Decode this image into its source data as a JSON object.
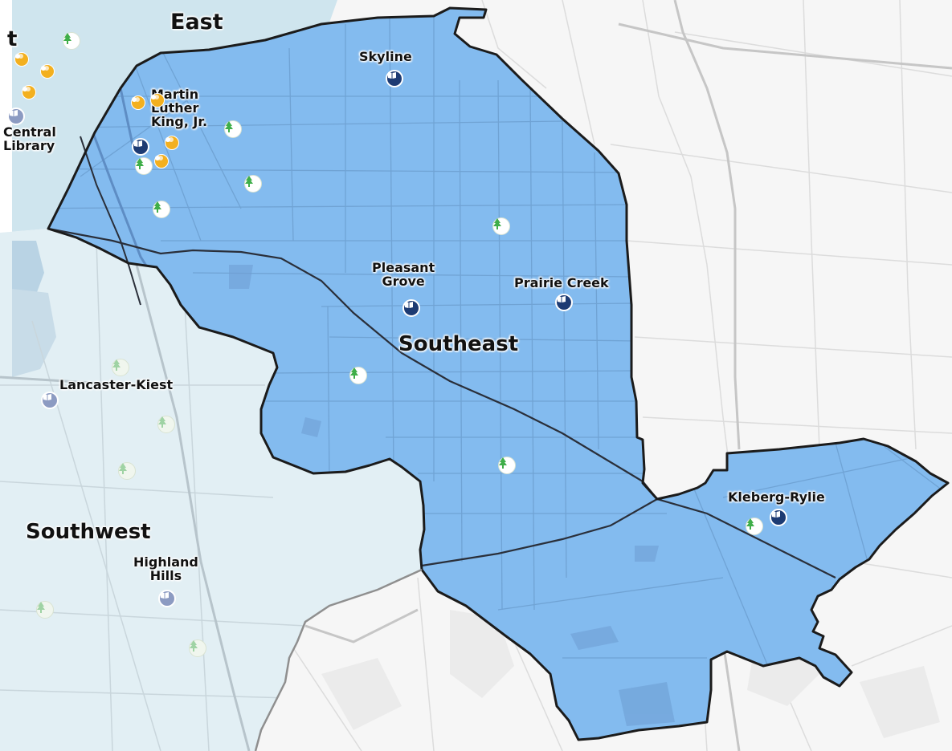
{
  "map": {
    "colors": {
      "background": "#f6f6f6",
      "southeast_fill": "#83bbef",
      "southwest_fill": "#e2eff4",
      "east_fill": "#cfe5ee",
      "boundary": "#1b1b1b",
      "library_pin": "#1d3b73",
      "park_tree": "#3fae49",
      "theater_pin": "#f3b01f"
    },
    "region_labels": {
      "east": "East",
      "southeast": "Southeast",
      "southwest": "Southwest",
      "partial_left": "t"
    },
    "libraries": {
      "skyline": "Skyline",
      "mlk": "Martin\nLuther\nKing, Jr.",
      "central": "Central\nLibrary",
      "pleasant_grove": "Pleasant\nGrove",
      "prairie_creek": "Prairie Creek",
      "lancaster_kiest": "Lancaster-Kiest",
      "highland_hills": "Highland\nHills",
      "kleberg_rylie": "Kleberg-Rylie"
    },
    "icons": {
      "library": "book-icon",
      "park": "tree-icon",
      "theater": "theater-masks-icon"
    }
  }
}
